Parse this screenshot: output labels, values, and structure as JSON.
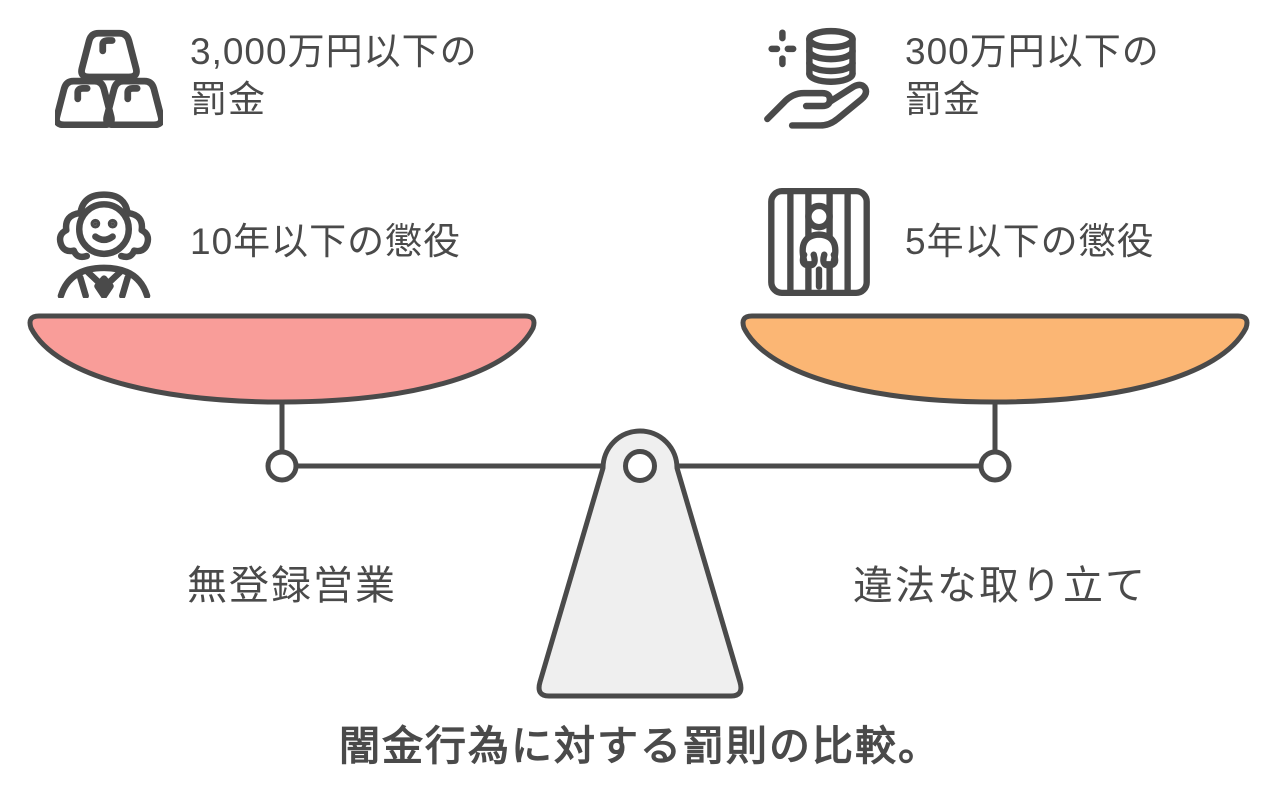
{
  "title": "闇金行為に対する罰則の比較。",
  "colors": {
    "outline": "#4a4a4a",
    "text": "#4a4a4a",
    "left_pan_fill": "#f99d99",
    "right_pan_fill": "#fbb674",
    "fulcrum_fill": "#efefef",
    "background": "#ffffff"
  },
  "left": {
    "label": "無登録営業",
    "items": [
      {
        "icon": "gold-bars-icon",
        "text": "3,000万円以下の罰金"
      },
      {
        "icon": "judge-icon",
        "text": "10年以下の懲役"
      }
    ]
  },
  "right": {
    "label": "違法な取り立て",
    "items": [
      {
        "icon": "coins-hand-icon",
        "text": "300万円以下の罰金"
      },
      {
        "icon": "prisoner-icon",
        "text": "5年以下の懲役"
      }
    ]
  }
}
